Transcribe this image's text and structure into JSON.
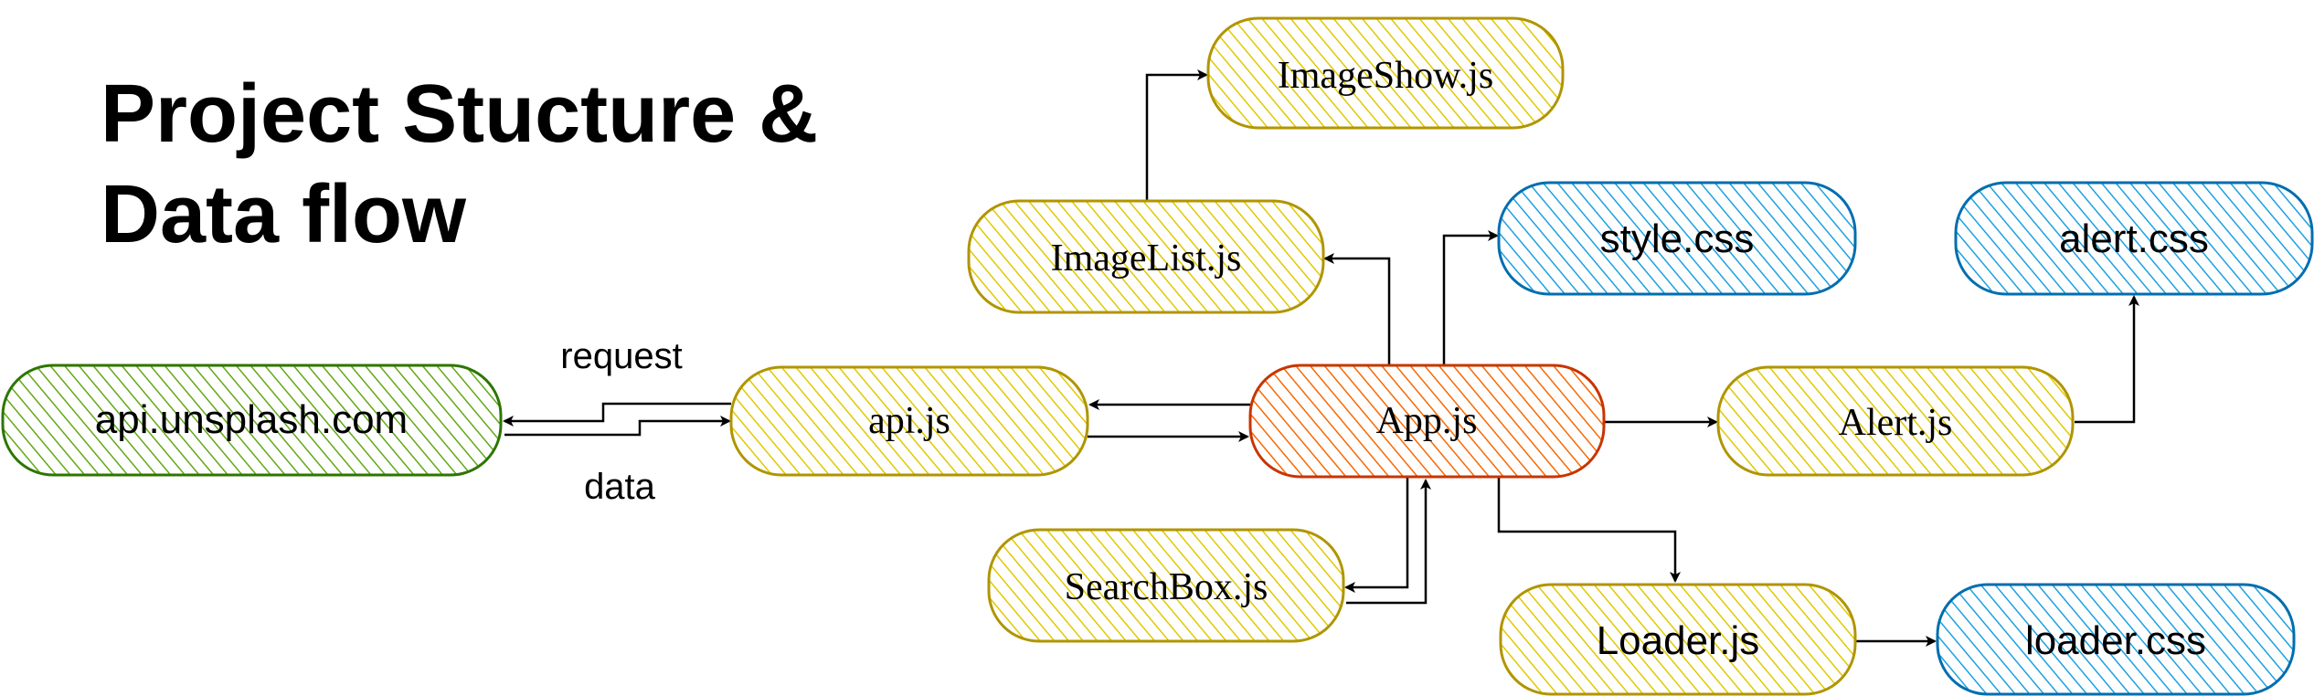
{
  "title": {
    "line1": "Project Stucture &",
    "line2": "Data flow"
  },
  "colors": {
    "green_fill": "#60a917",
    "green_stroke": "#2d7600",
    "yellow_fill": "#e3c800",
    "yellow_stroke": "#b09500",
    "blue_fill": "#1ba1e2",
    "blue_stroke": "#006eaf",
    "orange_fill": "#fa6800",
    "orange_stroke": "#c73500"
  },
  "nodes": {
    "unsplash": "api.unsplash.com",
    "api": "api.js",
    "app": "App.js",
    "imagelist": "ImageList.js",
    "imageshow": "ImageShow.js",
    "style": "style.css",
    "alert_css": "alert.css",
    "alert_js": "Alert.js",
    "searchbox": "SearchBox.js",
    "loader_js": "Loader.js",
    "loader_css": "loader.css"
  },
  "edge_labels": {
    "request": "request",
    "data": "data"
  }
}
